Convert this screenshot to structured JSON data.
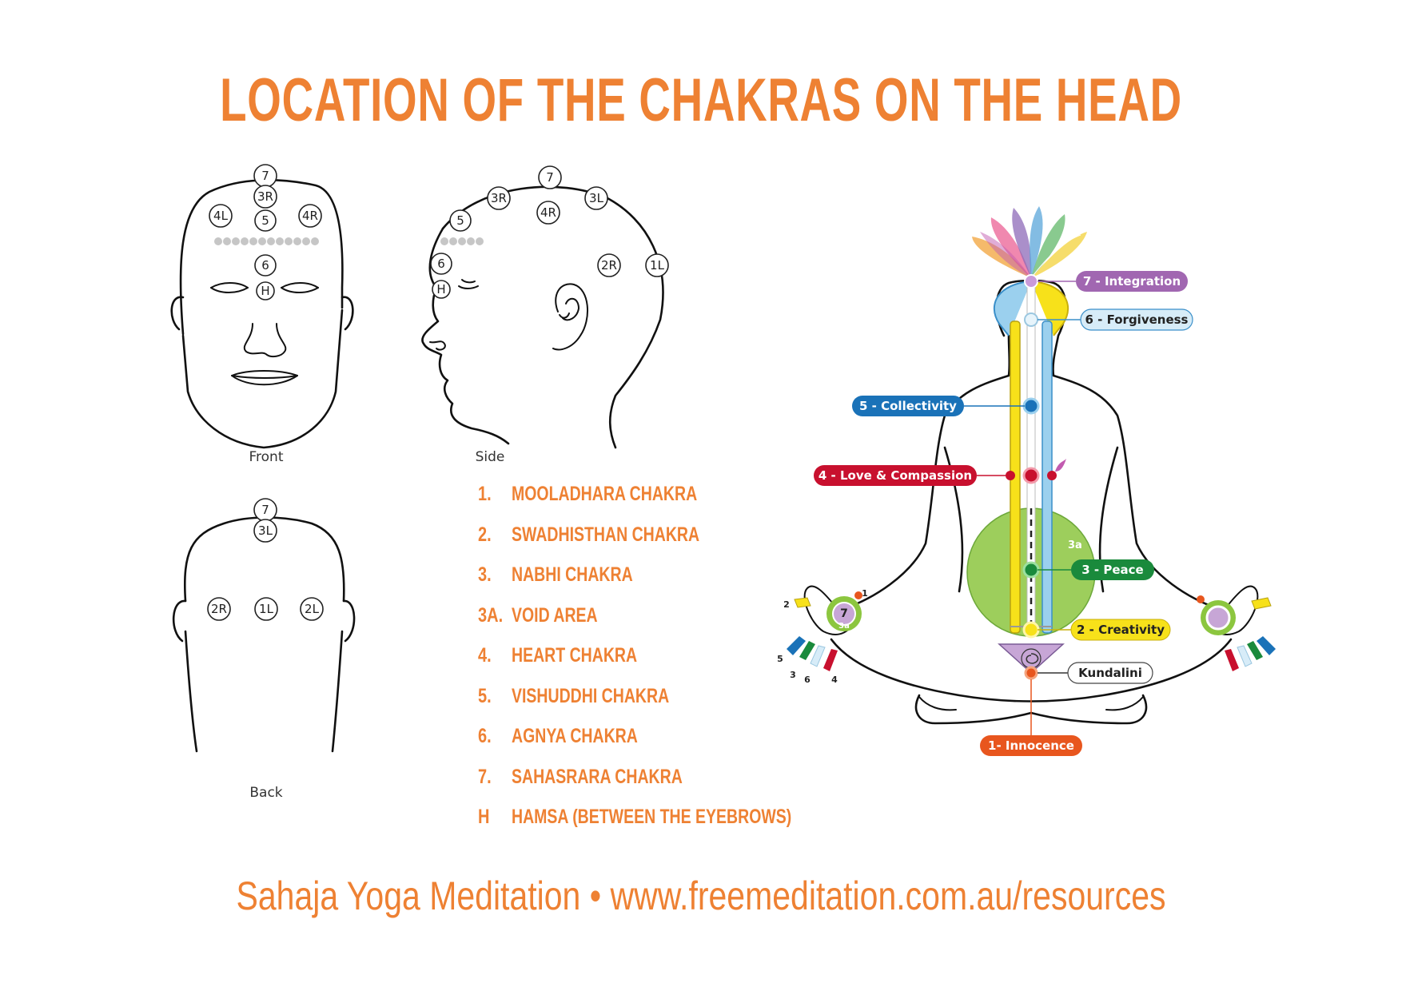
{
  "title": "LOCATION OF THE CHAKRAS ON THE HEAD",
  "footer": "Sahaja Yoga Meditation • www.freemeditation.com.au/resources",
  "views": {
    "front": "Front",
    "side": "Side",
    "back": "Back"
  },
  "head_markers": {
    "front": [
      "7",
      "3R",
      "4L",
      "5",
      "4R",
      "6",
      "H"
    ],
    "side": [
      "7",
      "3R",
      "3L",
      "5",
      "4R",
      "6",
      "H",
      "2R",
      "1L"
    ],
    "back": [
      "7",
      "3L",
      "2R",
      "1L",
      "2L"
    ]
  },
  "legend": [
    {
      "num": "1.",
      "name": "MOOLADHARA CHAKRA"
    },
    {
      "num": "2.",
      "name": "SWADHISTHAN CHAKRA"
    },
    {
      "num": "3.",
      "name": "NABHI CHAKRA"
    },
    {
      "num": "3A.",
      "name": "VOID AREA"
    },
    {
      "num": "4.",
      "name": "HEART CHAKRA"
    },
    {
      "num": "5.",
      "name": "VISHUDDHI CHAKRA"
    },
    {
      "num": "6.",
      "name": "AGNYA CHAKRA"
    },
    {
      "num": "7.",
      "name": "SAHASRARA CHAKRA"
    },
    {
      "num": "H",
      "name": "HAMSA (BETWEEN THE EYEBROWS)"
    }
  ],
  "chakra_labels": {
    "c7": "7 - Integration",
    "c6": "6 - Forgiveness",
    "c5": "5 - Collectivity",
    "c4": "4 - Love & Compassion",
    "c3": "3 - Peace",
    "c2": "2 - Creativity",
    "kundalini": "Kundalini",
    "c1": "1- Innocence",
    "void": "3a"
  },
  "finger_numbers": [
    "1",
    "2",
    "5",
    "3",
    "6",
    "4"
  ],
  "palm_center": "7",
  "palm_sub": "3a",
  "colors": {
    "accent": "#ee8133",
    "integration": "#a167b1",
    "forgiveness": "#d7ecf8",
    "collectivity": "#1a72b8",
    "love": "#c8102e",
    "peace": "#1a8a3c",
    "creativity": "#f7e11a",
    "innocence": "#e8561e",
    "void_green": "#8cc63f"
  }
}
